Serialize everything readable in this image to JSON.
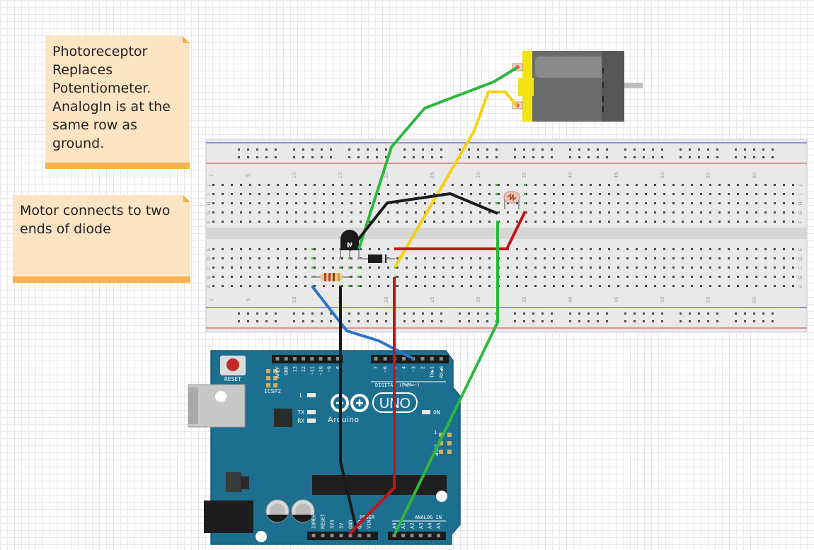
{
  "notes": [
    {
      "text": "Photoreceptor Replaces Potentiometer. AnalogIn is at the same row as ground."
    },
    {
      "text": "Motor connects to two ends of diode"
    }
  ],
  "breadboard": {
    "column_numbers": [
      "1",
      "5",
      "10",
      "15",
      "20",
      "25",
      "30",
      "35",
      "40",
      "45",
      "50",
      "55",
      "60"
    ],
    "row_letters_top": [
      "J",
      "I",
      "H",
      "G",
      "F"
    ],
    "row_letters_bottom": [
      "E",
      "D",
      "C",
      "B",
      "A"
    ]
  },
  "arduino": {
    "reset_label": "RESET",
    "icsp2_label": "ICSP2",
    "icsp_label": "ICSP",
    "l_label": "L",
    "tx_label": "TX",
    "rx_label": "RX",
    "on_label": "ON",
    "brand": "Arduino",
    "model": "UNO",
    "digital_label": "DIGITAL (PWM=~)",
    "analog_label": "ANALOG IN",
    "power_label": "POWER",
    "digital_pins": [
      "AREF",
      "GND",
      "13",
      "12",
      "~11",
      "~10",
      "~9",
      "8",
      "7",
      "~6",
      "~5",
      "4",
      "~3",
      "2",
      "TX▶1",
      "RX◀0"
    ],
    "power_pins": [
      "IOREF",
      "RESET",
      "3V3",
      "5V",
      "GND",
      "GND",
      "VIN"
    ],
    "analog_pins": [
      "A0",
      "A1",
      "A2",
      "A3",
      "A4",
      "A5"
    ],
    "one_label": "1"
  },
  "colors": {
    "board": "#1d6f8f",
    "wire_green": "#2db83d",
    "wire_yellow": "#f5d10f",
    "wire_red": "#c81414",
    "wire_black": "#1a1a1a",
    "wire_blue": "#2d74c9",
    "motor_gray": "#6b6b6b",
    "motor_cap": "#f2e313"
  }
}
